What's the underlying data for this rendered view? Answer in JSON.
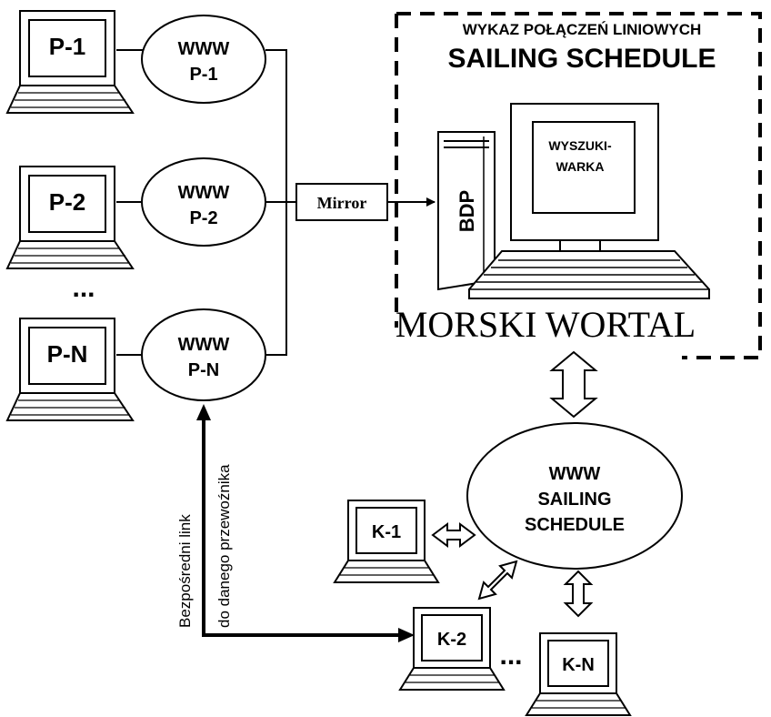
{
  "header": {
    "line1": "WYKAZ POŁĄCZEŃ LINIOWYCH",
    "line2": "SAILING SCHEDULE"
  },
  "portal": {
    "name": "MORSKI WORTAL",
    "db_label": "BDP",
    "search_line1": "WYSZUKI-",
    "search_line2": "WARKA"
  },
  "mirror": {
    "label": "Mirror"
  },
  "carriers": [
    {
      "laptop": "P-1",
      "www_line1": "WWW",
      "www_line2": "P-1"
    },
    {
      "laptop": "P-2",
      "www_line1": "WWW",
      "www_line2": "P-2"
    },
    {
      "laptop": "P-N",
      "www_line1": "WWW",
      "www_line2": "P-N"
    }
  ],
  "carriers_ellipsis": "...",
  "sailing_www": {
    "line1": "WWW",
    "line2": "SAILING",
    "line3": "SCHEDULE"
  },
  "clients": [
    {
      "label": "K-1"
    },
    {
      "label": "K-2"
    },
    {
      "label": "K-N"
    }
  ],
  "clients_ellipsis": "...",
  "direct_link": {
    "line1": "Bezpośredni link",
    "line2": "do danego przewoźnika"
  },
  "colors": {
    "ink": "#000000",
    "paper": "#ffffff"
  }
}
